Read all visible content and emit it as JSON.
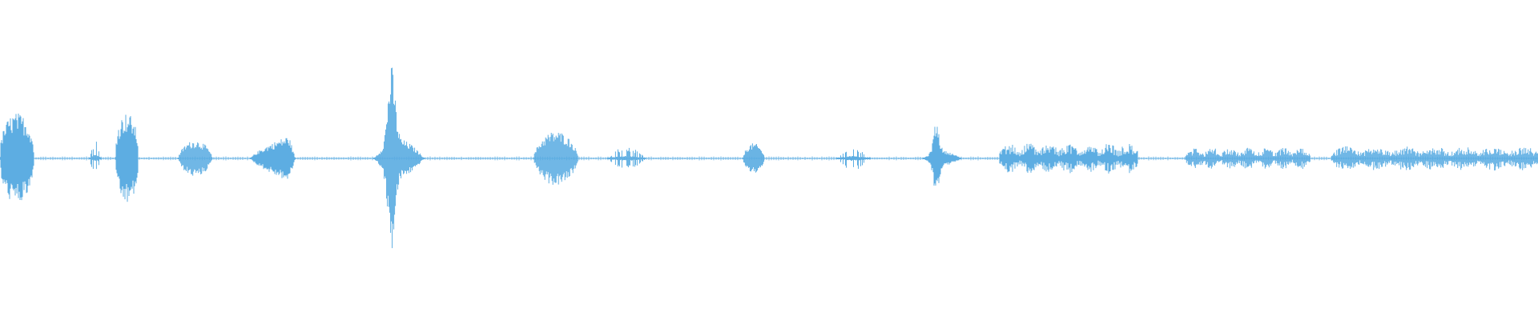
{
  "waveform": {
    "color": "#5DADE2",
    "background": "#ffffff",
    "segments": [
      {
        "start": 0.0,
        "end": 0.022,
        "amp": 0.3,
        "shape": "burst"
      },
      {
        "start": 0.058,
        "end": 0.066,
        "amp": 0.12,
        "shape": "spiky"
      },
      {
        "start": 0.075,
        "end": 0.09,
        "amp": 0.3,
        "shape": "burst"
      },
      {
        "start": 0.116,
        "end": 0.138,
        "amp": 0.12,
        "shape": "dense"
      },
      {
        "start": 0.163,
        "end": 0.192,
        "amp": 0.17,
        "shape": "swell"
      },
      {
        "start": 0.243,
        "end": 0.276,
        "amp": 0.5,
        "shape": "transient"
      },
      {
        "start": 0.347,
        "end": 0.376,
        "amp": 0.18,
        "shape": "dense"
      },
      {
        "start": 0.395,
        "end": 0.42,
        "amp": 0.08,
        "shape": "spiky"
      },
      {
        "start": 0.483,
        "end": 0.497,
        "amp": 0.1,
        "shape": "dense"
      },
      {
        "start": 0.544,
        "end": 0.566,
        "amp": 0.08,
        "shape": "spiky"
      },
      {
        "start": 0.6,
        "end": 0.625,
        "amp": 0.2,
        "shape": "transient"
      },
      {
        "start": 0.65,
        "end": 0.74,
        "amp": 0.1,
        "shape": "texture"
      },
      {
        "start": 0.771,
        "end": 0.852,
        "amp": 0.07,
        "shape": "texture"
      },
      {
        "start": 0.866,
        "end": 1.0,
        "amp": 0.08,
        "shape": "texture"
      }
    ]
  }
}
